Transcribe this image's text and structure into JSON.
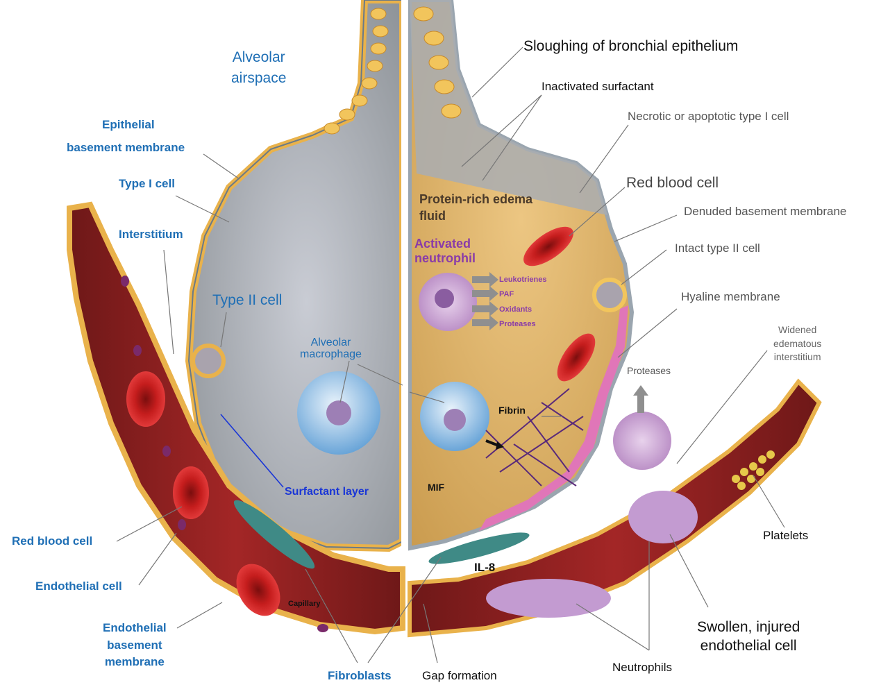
{
  "left_labels": {
    "alveolar_airspace": "Alveolar\nairspace",
    "epithelial_bm_1": "Epithelial",
    "epithelial_bm_2": "basement  membrane",
    "type1": "Type I cell",
    "interstitium": "Interstitium",
    "type2": "Type II cell",
    "alveolar_macrophage": "Alveolar\nmacrophage",
    "surfactant": "Surfactant layer",
    "red_blood_cell": "Red blood cell",
    "endothelial_cell": "Endothelial cell",
    "endothelial_bm": "Endothelial\nbasement\nmembrane",
    "capillary": "Capillary",
    "fibroblasts": "Fibroblasts"
  },
  "right_labels": {
    "sloughing": "Sloughing of bronchial epithelium",
    "inactivated_surfactant": "Inactivated surfactant",
    "necrotic": "Necrotic or apoptotic type I cell",
    "edema": "Protein-rich edema\nfluid",
    "red_blood_cell": "Red blood cell",
    "denuded": "Denuded basement membrane",
    "activated_neutrophil": "Activated\nneutrophil",
    "intact_type2": "Intact type II cell",
    "leukotrienes": "Leukotrienes",
    "paf": "PAF",
    "oxidants": "Oxidants",
    "proteases_small": "Proteases",
    "hyaline": "Hyaline membrane",
    "widened": "Widened\nedematous\ninterstitium",
    "proteases": "Proteases",
    "fibrin": "Fibrin",
    "mif": "MIF",
    "il8": "IL-8",
    "platelets": "Platelets",
    "swollen": "Swollen, injured\nendothelial cell",
    "gap": "Gap formation",
    "neutrophils": "Neutrophils"
  }
}
